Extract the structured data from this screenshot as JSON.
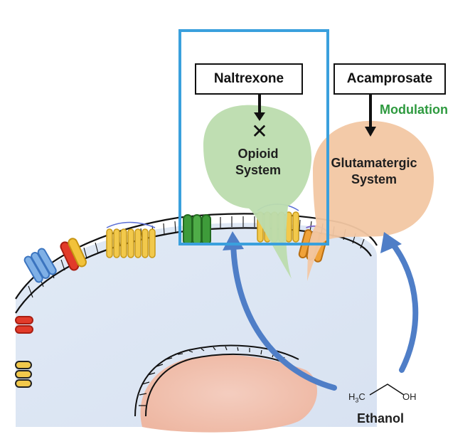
{
  "diagram": {
    "drugs": {
      "naltrexone": "Naltrexone",
      "acamprosate": "Acamprosate"
    },
    "modulation_label": "Modulation",
    "systems": {
      "opioid": [
        "Opioid",
        "System"
      ],
      "glutamatergic": [
        "Glutamatergic",
        "System"
      ]
    },
    "ethanol": {
      "formula_left": "H",
      "formula_left_sub": "3",
      "formula_left_c": "C",
      "formula_right": "OH",
      "name": "Ethanol"
    },
    "block_symbol": "✕",
    "colors": {
      "highlight_box": "#3aa0dd",
      "opioid_bubble": "#bcdcae",
      "glutamatergic_bubble": "#f2c7a3",
      "modulation_text": "#2e9a3f",
      "arrow_blue": "#4f7ec7",
      "cytoplasm": "#d9e4f3",
      "nucleus": "#f1c2b2"
    }
  }
}
